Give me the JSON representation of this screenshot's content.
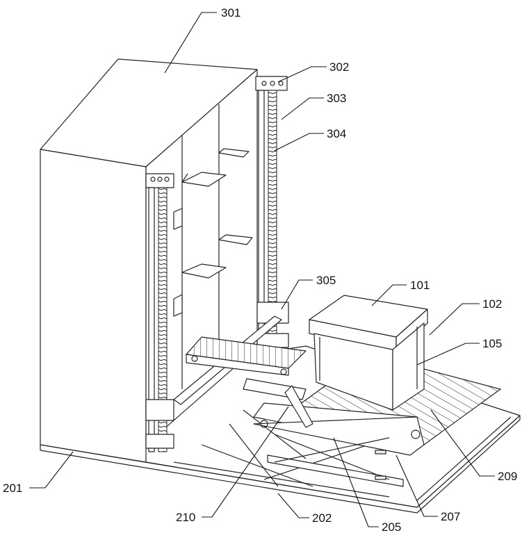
{
  "figure": {
    "labels": {
      "l301": "301",
      "l302": "302",
      "l303": "303",
      "l304": "304",
      "l305": "305",
      "l101": "101",
      "l102": "102",
      "l105": "105",
      "l209": "209",
      "l207": "207",
      "l205": "205",
      "l202": "202",
      "l210": "210",
      "l201": "201"
    }
  }
}
